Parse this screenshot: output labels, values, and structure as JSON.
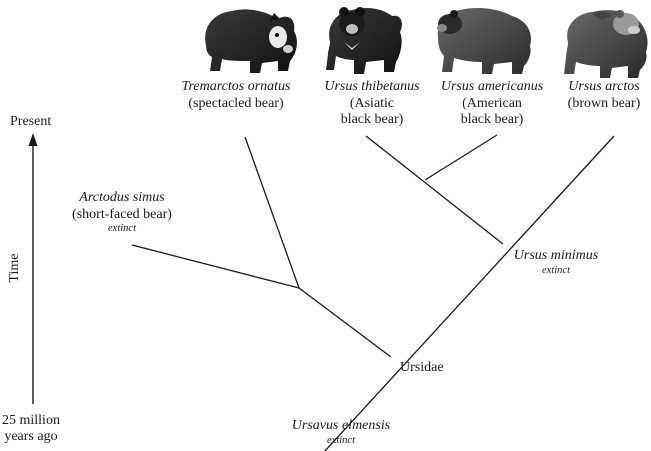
{
  "axis": {
    "top_label": "Present",
    "title": "Time",
    "bottom_label_line1": "25 million",
    "bottom_label_line2": "years ago"
  },
  "taxa": {
    "tremarctos": {
      "species": "Tremarctos ornatus",
      "common": "(spectacled bear)"
    },
    "thibetanus": {
      "species": "Ursus thibetanus",
      "common_line1": "(Asiatic",
      "common_line2": "black bear)"
    },
    "americanus": {
      "species": "Ursus americanus",
      "common_line1": "(American",
      "common_line2": "black bear)"
    },
    "arctos": {
      "species": "Ursus arctos",
      "common": "(brown bear)"
    },
    "arctodus": {
      "species": "Arctodus simus",
      "common": "(short-faced bear)",
      "status": "extinct"
    },
    "minimus": {
      "species": "Ursus minimus",
      "status": "extinct"
    },
    "ursidae": {
      "label": "Ursidae"
    },
    "elmensis": {
      "species": "Ursavus elmensis",
      "status": "extinct"
    }
  },
  "illustrations": [
    {
      "depicts": "spectacled bear",
      "icon": "spectacled-bear-illustration"
    },
    {
      "depicts": "asiatic black bear",
      "icon": "asiatic-black-bear-illustration"
    },
    {
      "depicts": "american black bear",
      "icon": "american-black-bear-illustration"
    },
    {
      "depicts": "brown bear",
      "icon": "brown-bear-illustration"
    }
  ],
  "colors": {
    "line": "#1a1a1a",
    "text": "#1a1a1a"
  }
}
